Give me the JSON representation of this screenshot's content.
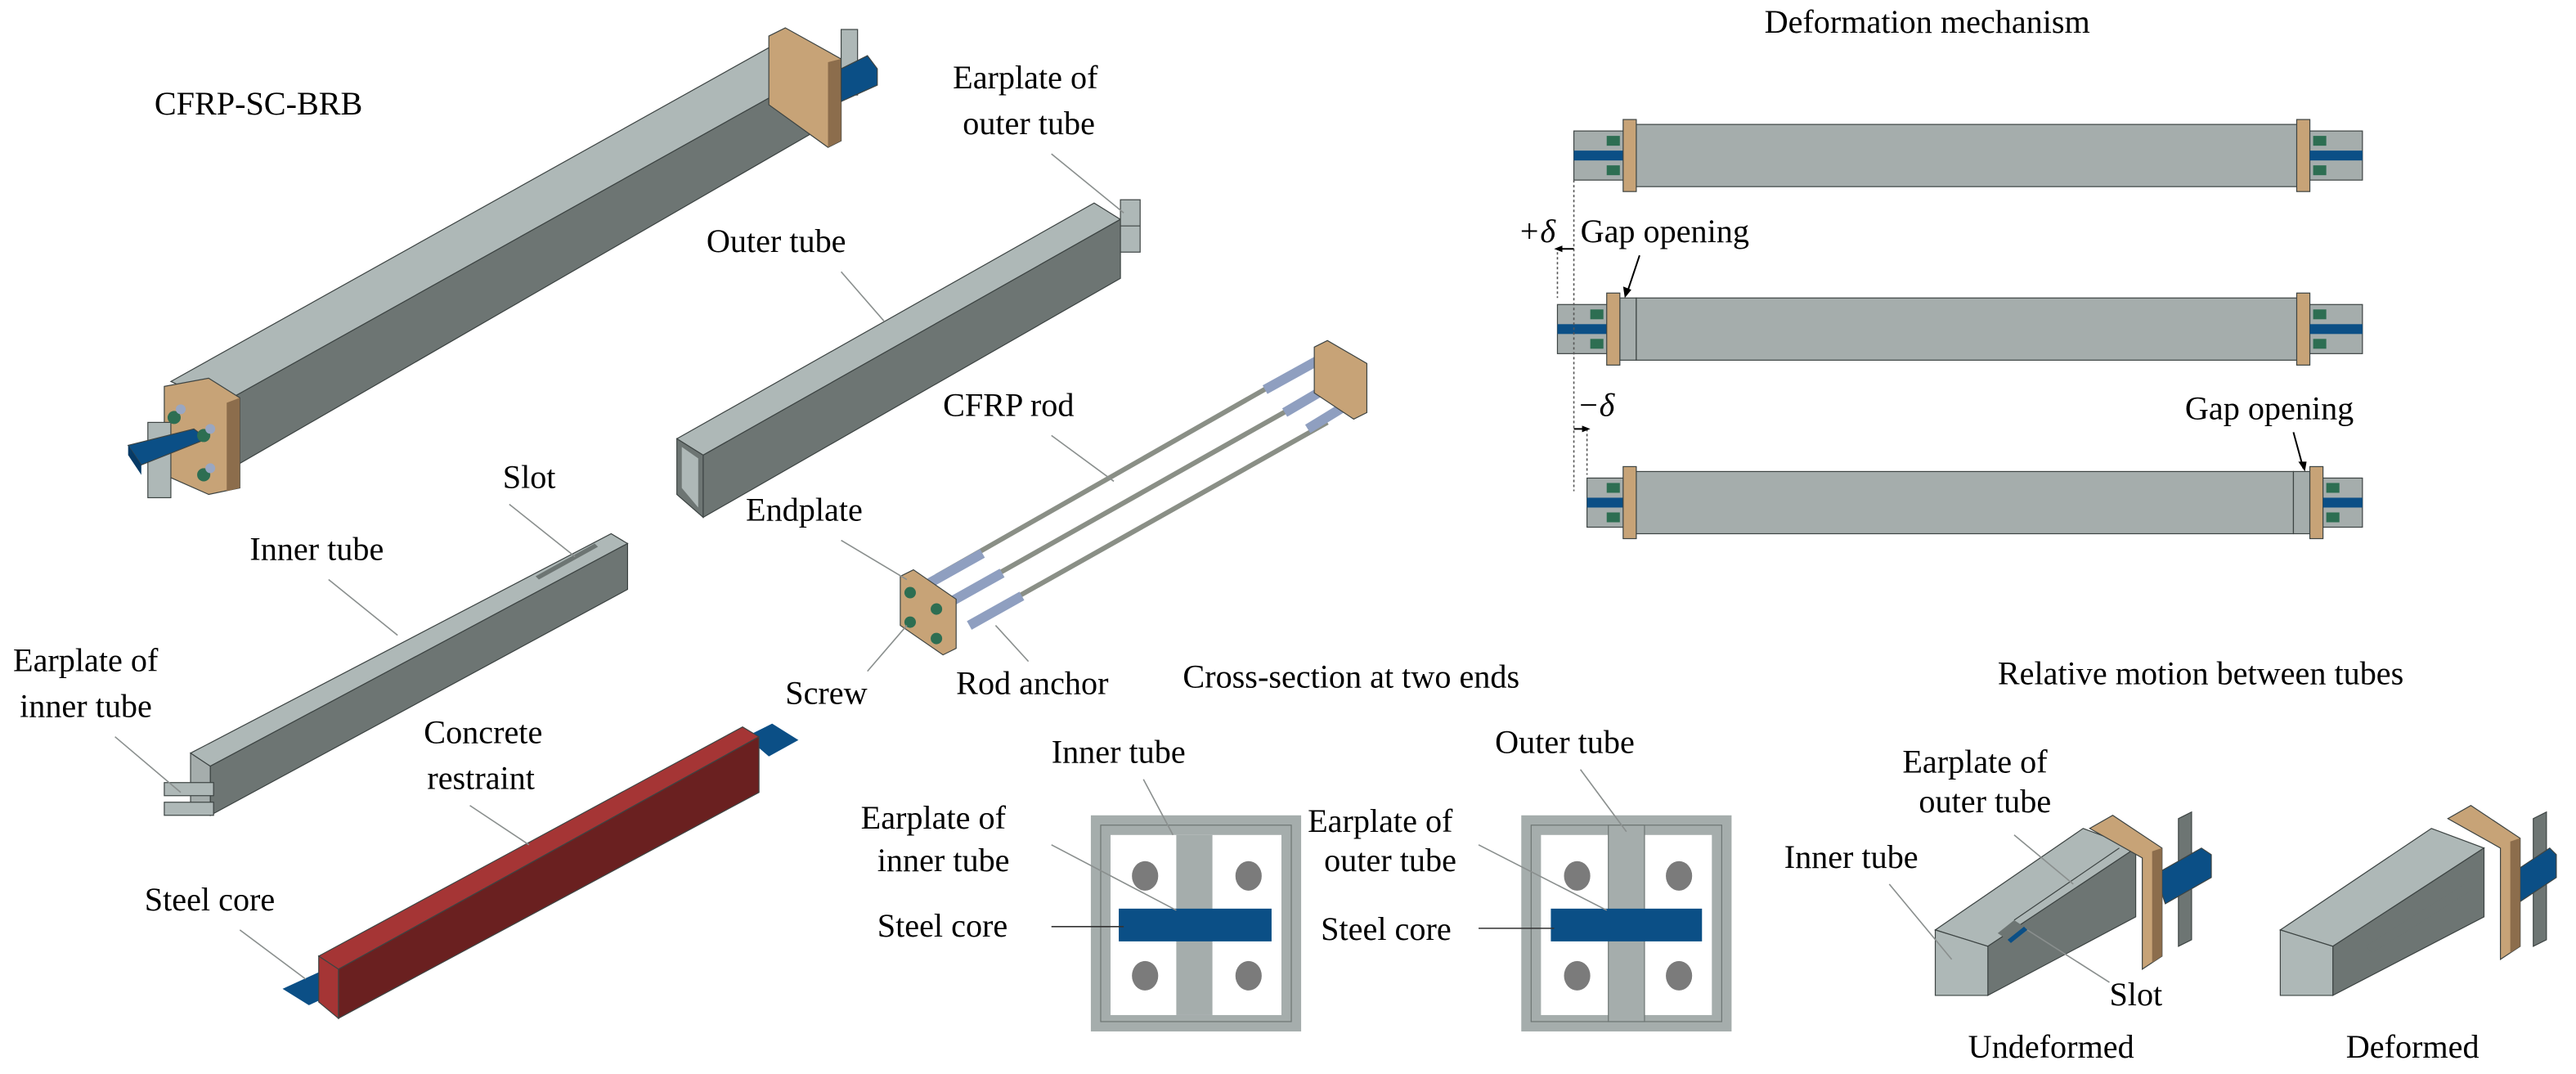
{
  "colors": {
    "steel_light": "#aeb8b7",
    "steel_dark": "#6d7573",
    "steel_mid": "#a5adac",
    "endplate": "#c7a377",
    "endplate_dark": "#8c6d4c",
    "core_blue": "#0b4f86",
    "bolt_green": "#2d6e52",
    "nut": "#9aa7c2",
    "concrete_red": "#a53535",
    "concrete_dark": "#6a2020",
    "anchor": "#8f9fc0",
    "hole": "#7b7b7b"
  },
  "assembly": {
    "title": "CFRP-SC-BRB"
  },
  "components": {
    "earplate_outer": [
      "Earplate of",
      "outer tube"
    ],
    "outer_tube": "Outer tube",
    "cfrp_rod": "CFRP rod",
    "endplate": "Endplate",
    "screw": "Screw",
    "rod_anchor": "Rod anchor",
    "slot": "Slot",
    "inner_tube": "Inner tube",
    "earplate_inner": [
      "Earplate of",
      "inner tube"
    ],
    "concrete_restraint": [
      "Concrete",
      "restraint"
    ],
    "steel_core": "Steel core"
  },
  "deformation": {
    "title": "Deformation mechanism",
    "plus_delta": "+δ",
    "minus_delta": "−δ",
    "gap_opening_1": "Gap opening",
    "gap_opening_2": "Gap opening"
  },
  "cross_section": {
    "title": "Cross-section at two ends",
    "left": {
      "tube_label": "Inner tube",
      "earplate_label": [
        "Earplate of",
        "inner tube"
      ],
      "core_label": "Steel core"
    },
    "right": {
      "tube_label": "Outer tube",
      "earplate_label": [
        "Earplate of",
        "outer tube"
      ],
      "core_label": "Steel core"
    }
  },
  "relative_motion": {
    "title": "Relative motion between tubes",
    "earplate_label": [
      "Earplate of",
      "outer tube"
    ],
    "inner_tube_label": "Inner tube",
    "slot_label": "Slot",
    "state_undeformed": "Undeformed",
    "state_deformed": "Deformed"
  }
}
